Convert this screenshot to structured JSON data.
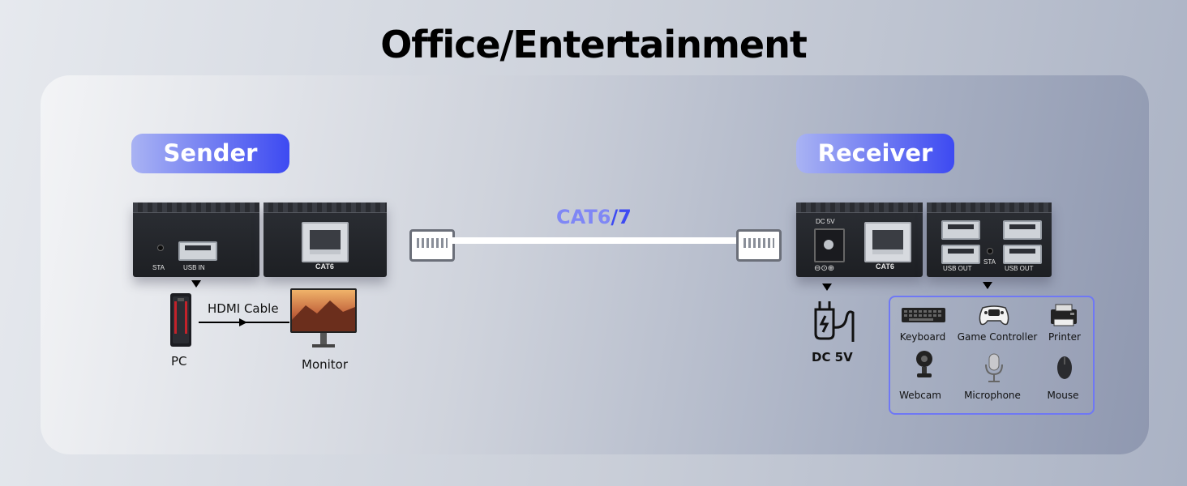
{
  "title": "Office/Entertainment",
  "sender": {
    "label": "Sender",
    "ports": {
      "sta": "STA",
      "usb_in": "USB IN",
      "cat": "CAT6"
    },
    "devices": {
      "pc": "PC",
      "hdmi_cable": "HDMI Cable",
      "monitor": "Monitor"
    }
  },
  "cable": {
    "label_prefix": "CAT6",
    "label_suffix": "/7"
  },
  "receiver": {
    "label": "Receiver",
    "ports": {
      "dc": "DC 5V",
      "cat": "CAT6",
      "usb_out_1": "USB OUT",
      "sta": "STA",
      "usb_out_2": "USB OUT"
    },
    "power": "DC 5V",
    "devices": [
      "Keyboard",
      "Game Controller",
      "Printer",
      "Webcam",
      "Microphone",
      "Mouse"
    ]
  },
  "colors": {
    "accent": "#3d4af2",
    "accent_light": "#a9b3f3",
    "cat_label": "#7f87f5"
  }
}
